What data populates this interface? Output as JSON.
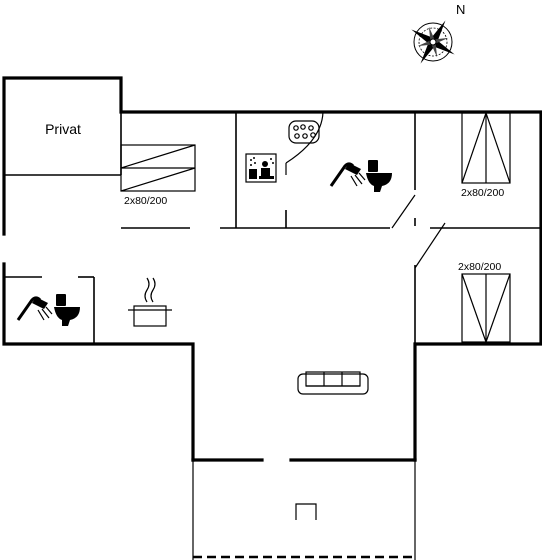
{
  "compass": {
    "north_label": "N"
  },
  "rooms": {
    "private_label": "Privat"
  },
  "beds": [
    {
      "id": "bed-left",
      "size_label": "2x80/200"
    },
    {
      "id": "bed-top-right",
      "size_label": "2x80/200"
    },
    {
      "id": "bed-bottom-right",
      "size_label": "2x80/200"
    }
  ],
  "icons": [
    "compass-icon",
    "sauna-icon",
    "whirlpool-icon",
    "shower-icon",
    "toilet-icon",
    "cooking-pot-icon",
    "sofa-icon",
    "grill-icon"
  ]
}
